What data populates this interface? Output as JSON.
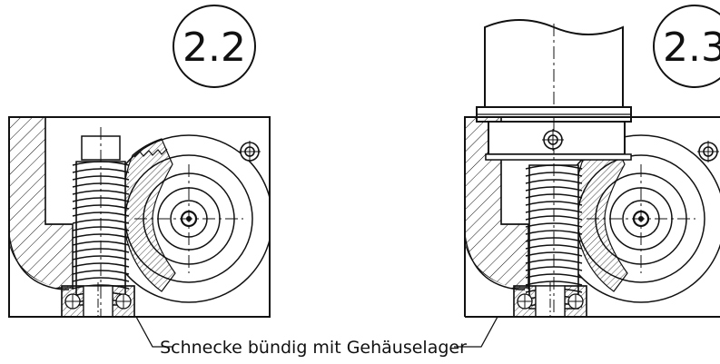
{
  "figures": [
    {
      "step": "2.2"
    },
    {
      "step": "2.3"
    }
  ],
  "annotation": "Schnecke bündig mit Gehäuselager",
  "colors": {
    "line": "#111111",
    "paper": "#ffffff"
  },
  "icons": [
    "worm-screw-icon",
    "worm-gear-icon",
    "ball-bearing-icon",
    "motor-icon",
    "screw-icon"
  ]
}
